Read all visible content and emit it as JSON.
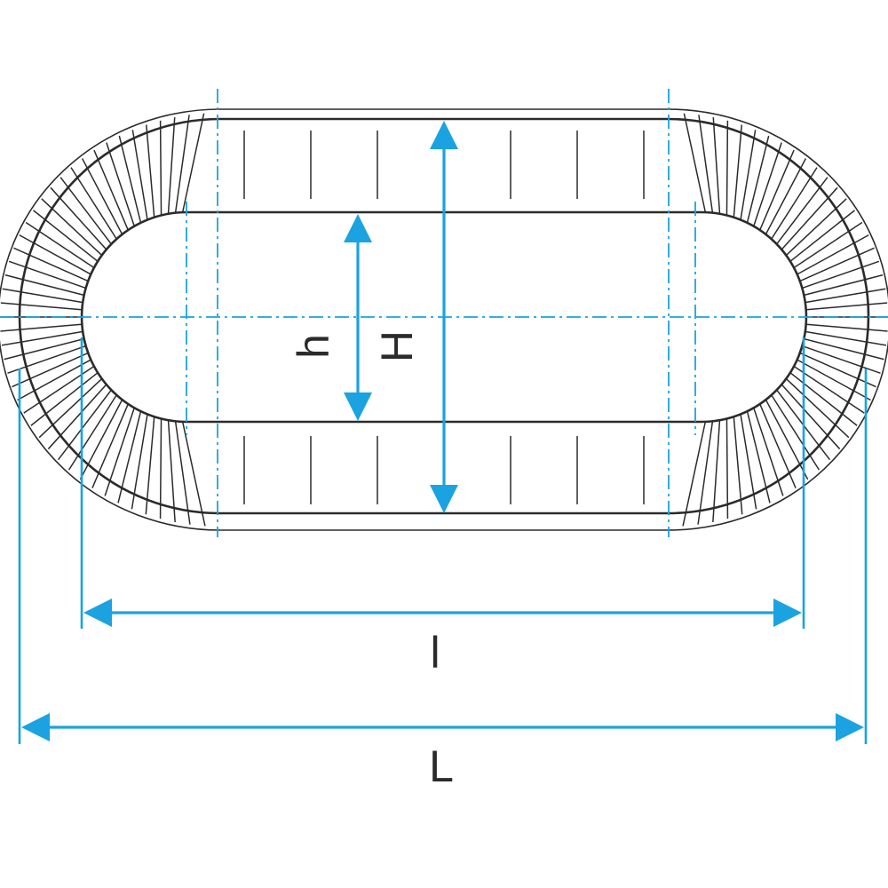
{
  "labels": {
    "inner_height": "h",
    "outer_height": "H",
    "inner_length": "l",
    "outer_length": "L"
  },
  "colors": {
    "dimension": "#1aa3e0",
    "outline": "#2b2b2b",
    "background": "#ffffff"
  }
}
